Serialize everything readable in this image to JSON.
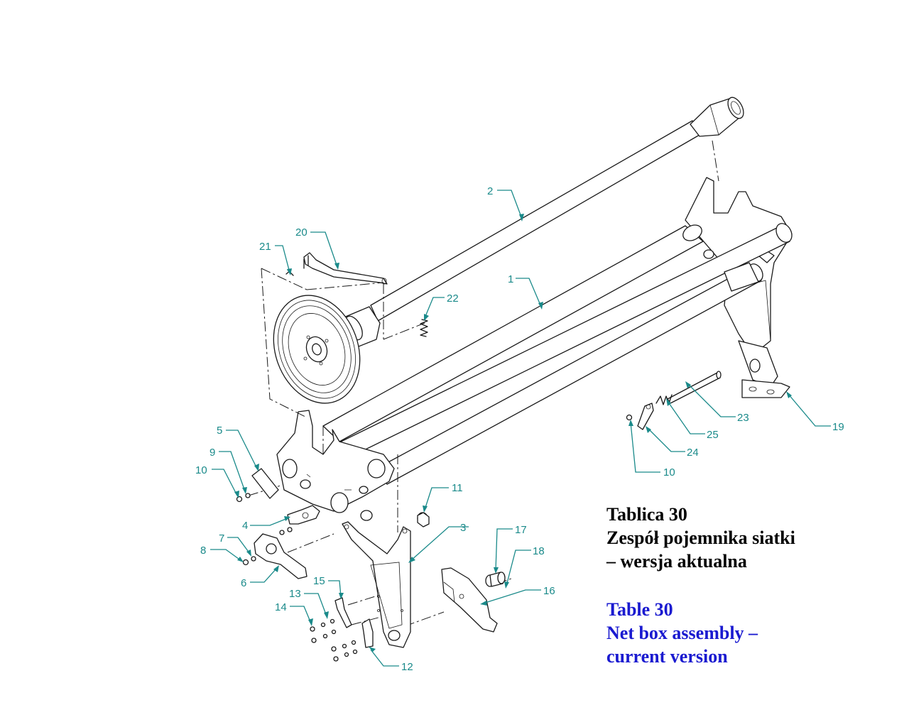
{
  "caption": {
    "pl": {
      "line1": "Tablica 30",
      "line2": "Zespół pojemnika siatki",
      "line3": "– wersja aktualna"
    },
    "en": {
      "line1": "Table 30",
      "line2": "Net box assembly –",
      "line3": "current version"
    },
    "colors": {
      "pl": "#000000",
      "en": "#1a1ad0"
    }
  },
  "callouts": [
    {
      "id": "c1",
      "text": "1"
    },
    {
      "id": "c2",
      "text": "2"
    },
    {
      "id": "c3",
      "text": "3"
    },
    {
      "id": "c4",
      "text": "4"
    },
    {
      "id": "c5",
      "text": "5"
    },
    {
      "id": "c6",
      "text": "6"
    },
    {
      "id": "c7",
      "text": "7"
    },
    {
      "id": "c8",
      "text": "8"
    },
    {
      "id": "c9",
      "text": "9"
    },
    {
      "id": "c10a",
      "text": "10"
    },
    {
      "id": "c10b",
      "text": "10"
    },
    {
      "id": "c11",
      "text": "11"
    },
    {
      "id": "c12",
      "text": "12"
    },
    {
      "id": "c13",
      "text": "13"
    },
    {
      "id": "c14",
      "text": "14"
    },
    {
      "id": "c15",
      "text": "15"
    },
    {
      "id": "c16",
      "text": "16"
    },
    {
      "id": "c17",
      "text": "17"
    },
    {
      "id": "c18",
      "text": "18"
    },
    {
      "id": "c19",
      "text": "19"
    },
    {
      "id": "c20",
      "text": "20"
    },
    {
      "id": "c21",
      "text": "21"
    },
    {
      "id": "c22",
      "text": "22"
    },
    {
      "id": "c23",
      "text": "23"
    },
    {
      "id": "c24",
      "text": "24"
    },
    {
      "id": "c25",
      "text": "25"
    }
  ],
  "callout_color": "#1a8a8a"
}
